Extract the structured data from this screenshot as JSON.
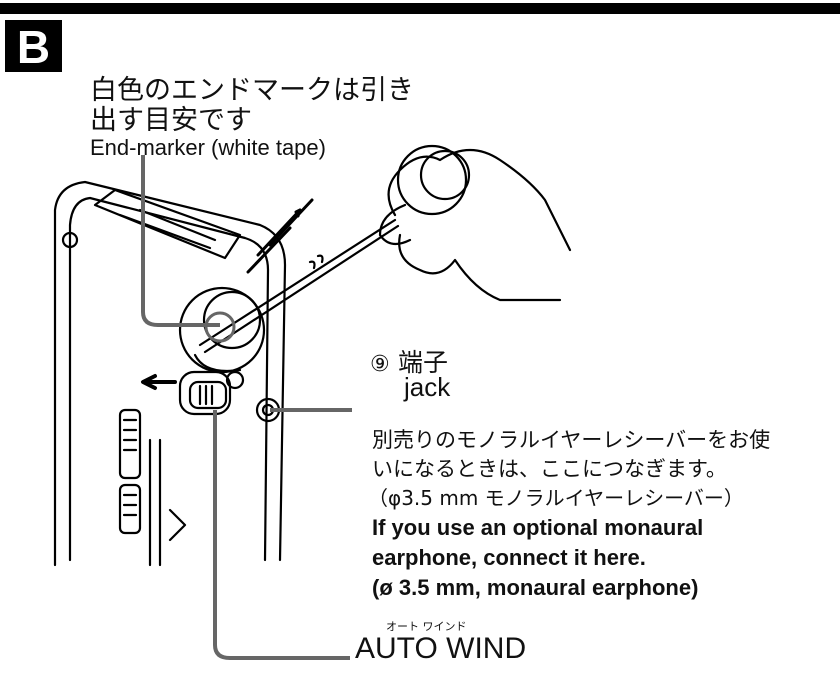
{
  "section_label": "B",
  "end_marker": {
    "jp_line1": "白色のエンドマークは引き",
    "jp_line2": "出す目安です",
    "en": "End-marker (white tape)"
  },
  "jack": {
    "number": "⑨",
    "jp_title": "端子",
    "en_title": "jack",
    "jp_desc_line1": "別売りのモノラルイヤーレシーバーをお使",
    "jp_desc_line2": "いになるときは、ここにつなぎます。",
    "jp_desc_line3": "（φ3.5 mm モノラルイヤーレシーバー）",
    "en_desc_line1": "If you use an optional monaural",
    "en_desc_line2": "earphone, connect it here.",
    "en_desc_line3": "(ø 3.5 mm, monaural earphone)"
  },
  "auto_wind": {
    "furigana": "オート ワインド",
    "label": "AUTO WIND"
  },
  "colors": {
    "callout_line": "#666666",
    "ink": "#000000"
  }
}
